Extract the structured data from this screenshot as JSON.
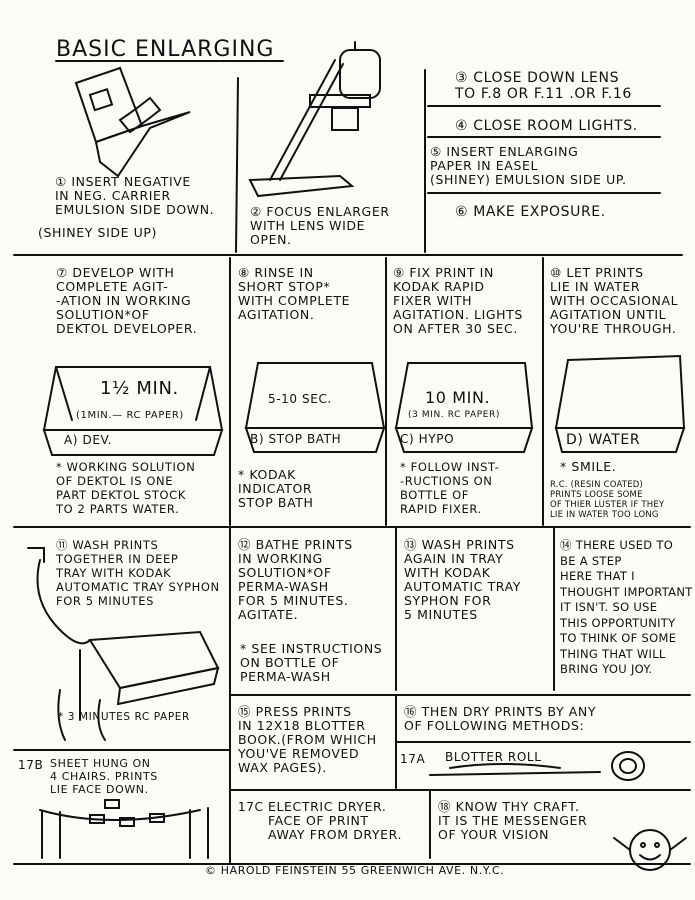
{
  "title": "Basic Enlarging",
  "steps": {
    "s1": "① Insert negative\nin neg. carrier\nemulsion side down.",
    "s1_note": "(Shiney side up)",
    "s2": "② Focus enlarger\nwith lens wide\nopen.",
    "s3": "③ Close down lens\nto f.8 or f.11 .or f.16",
    "s4": "④ Close room lights.",
    "s5": "⑤ Insert enlarging\npaper in easel\n(Shiney) emulsion side up.",
    "s6": "⑥ Make exposure.",
    "s7": "⑦ Develop with\ncomplete agit-\n-ation in working\nsolution*of\nDektol developer.",
    "s8": "⑧ Rinse in\nshort stop*\nwith complete\nagitation.",
    "s9": "⑨ Fix print in\nKodak rapid\nfixer with\nagitation. Lights\non after 30 sec.",
    "s10": "⑩ Let prints\nlie in water\nwith occasional\nagitation until\nyou're through.",
    "s11": "⑪ Wash prints\ntogether in deep\ntray with Kodak\nautomatic tray syphon\nfor 5 minutes",
    "s12": "⑫ Bathe prints\nin working\nsolution*of\nPerma-wash\nfor 5 minutes.\nagitate.",
    "s12_note": "* See instructions\non bottle of\nPerma-wash",
    "s13": "⑬ Wash prints\nagain in tray\nwith Kodak\nautomatic tray\nsyphon for\n5 minutes",
    "s14": "⑭ There used to\nbe a step\nhere that I\nthought important\nit isn't. So use\nthis opportunity\nto think of some\nthing that will\nbring you joy.",
    "s15": "⑮ Press prints\nin 12x18 blotter\nbook.(from which\nyou've removed\nwax pages).",
    "s16": "⑯ Then dry prints by any\nof following methods:",
    "s17a": "17A",
    "s17a_text": "Blotter roll",
    "s17b": "17B",
    "s17b_text": "Sheet hung on\n4 chairs. Prints\nlie face        down.",
    "s17c": "17C",
    "s17c_text": "Electric dryer.\nface of print\naway from dryer.",
    "s18": "⑱ Know thy craft.\nit is the messenger\nof your vision",
    "s11_note": "* 3 minutes RC paper"
  },
  "trays": {
    "t1_time": "1½ min.",
    "t1_sub": "(1min.— RC paper)",
    "t1_label": "A) Dev.",
    "t2_time": "5-10 sec.",
    "t2_label": "B) Stop bath",
    "t3_time": "10 min.",
    "t3_sub": "(3 min. RC paper)",
    "t3_label": "C) Hypo",
    "t4_label": "D) Water"
  },
  "notes": {
    "n1": "* Working solution\nof Dektol is one\npart Dektol stock\nto 2 parts water.",
    "n2": "* Kodak\nindicator\nstop bath",
    "n3": "* Follow inst-\n-ructions on\nbottle of\nrapid fixer.",
    "n4": "* Smile.",
    "n4b": "R.C. (Resin coated)\nprints loose some\nof thier luster if they\nlie in water too long"
  },
  "footer": "© Harold Feinstein 55 Greenwich Ave. N.Y.C."
}
